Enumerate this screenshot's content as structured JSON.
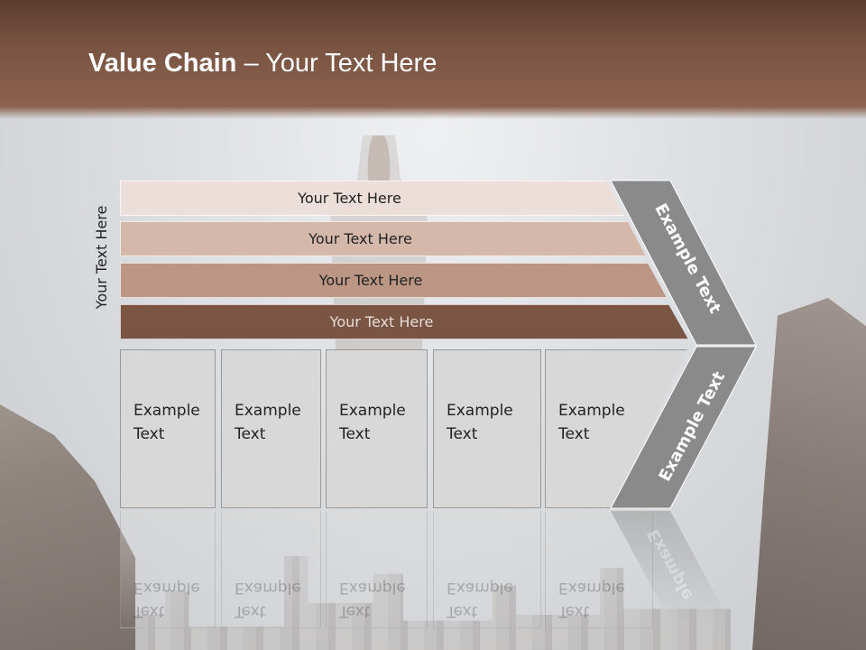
{
  "title": {
    "bold": "Value Chain",
    "rest": " – Your Text Here"
  },
  "side_label": "Your Text Here",
  "bars": [
    "Your Text Here",
    "Your Text Here",
    "Your Text Here",
    "Your Text Here"
  ],
  "boxes": [
    {
      "line1": "Example",
      "line2": "Text"
    },
    {
      "line1": "Example",
      "line2": "Text"
    },
    {
      "line1": "Example",
      "line2": "Text"
    },
    {
      "line1": "Example",
      "line2": "Text"
    },
    {
      "line1": "Example",
      "line2": "Text"
    }
  ],
  "arrow_labels": {
    "upper": "Example Text",
    "lower": "Example Text"
  },
  "reflection_labels": {
    "box_line1": "Example",
    "box_line2": "Text",
    "arrow": "Example"
  },
  "colors": {
    "header": "#7a5443",
    "bar1": "#ecdfd9",
    "bar2": "#d4b9ab",
    "bar3": "#bc9684",
    "bar4": "#7a5544",
    "arrow": "#8a8a8a"
  }
}
